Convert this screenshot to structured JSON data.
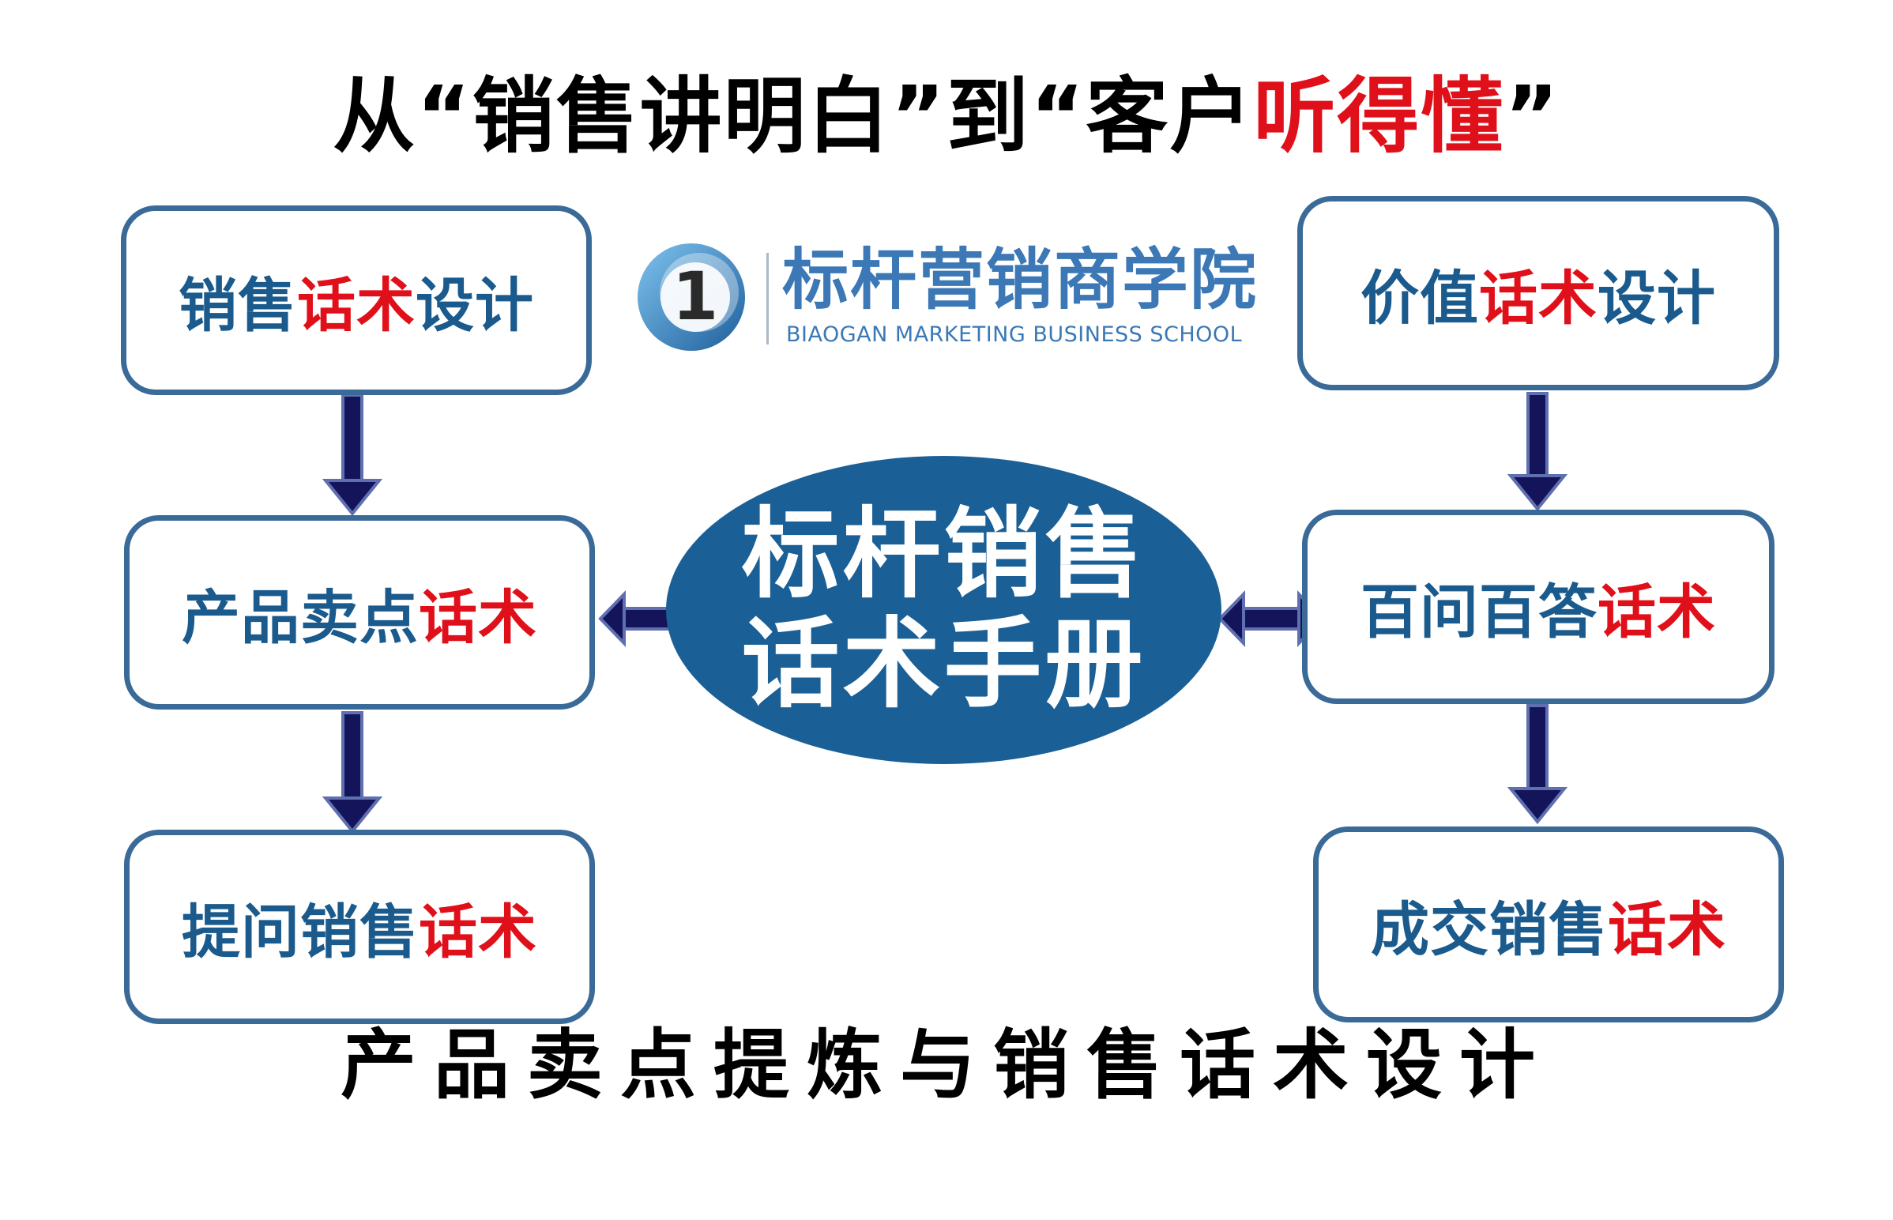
{
  "title": {
    "part1": "从“销售讲明白”到“客户",
    "part2": "听得懂",
    "part3": "”"
  },
  "logo": {
    "badge": "1",
    "name_cn": "标杆营销商学院",
    "name_en": "BIAOGAN MARKETING BUSINESS SCHOOL"
  },
  "center": {
    "line1": "标杆销售",
    "line2": "话术手册"
  },
  "left_boxes": [
    {
      "blue": "销售",
      "red": "话术",
      "blue2": "设计"
    },
    {
      "blue": "产品卖点",
      "red": "话术",
      "blue2": ""
    },
    {
      "blue": "提问销售",
      "red": "话术",
      "blue2": ""
    }
  ],
  "right_boxes": [
    {
      "blue": "价值",
      "red": "话术",
      "blue2": "设计"
    },
    {
      "blue": "百问百答",
      "red": "话术",
      "blue2": ""
    },
    {
      "blue": "成交销售",
      "red": "话术",
      "blue2": ""
    }
  ],
  "subtitle": "产品卖点提炼与销售话术设计",
  "colors": {
    "box_text": "#1a5a8c",
    "accent_red": "#e0101a",
    "ellipse": "#1a5f96",
    "box_border": "#3a6a98",
    "arrow": "#14145a"
  }
}
